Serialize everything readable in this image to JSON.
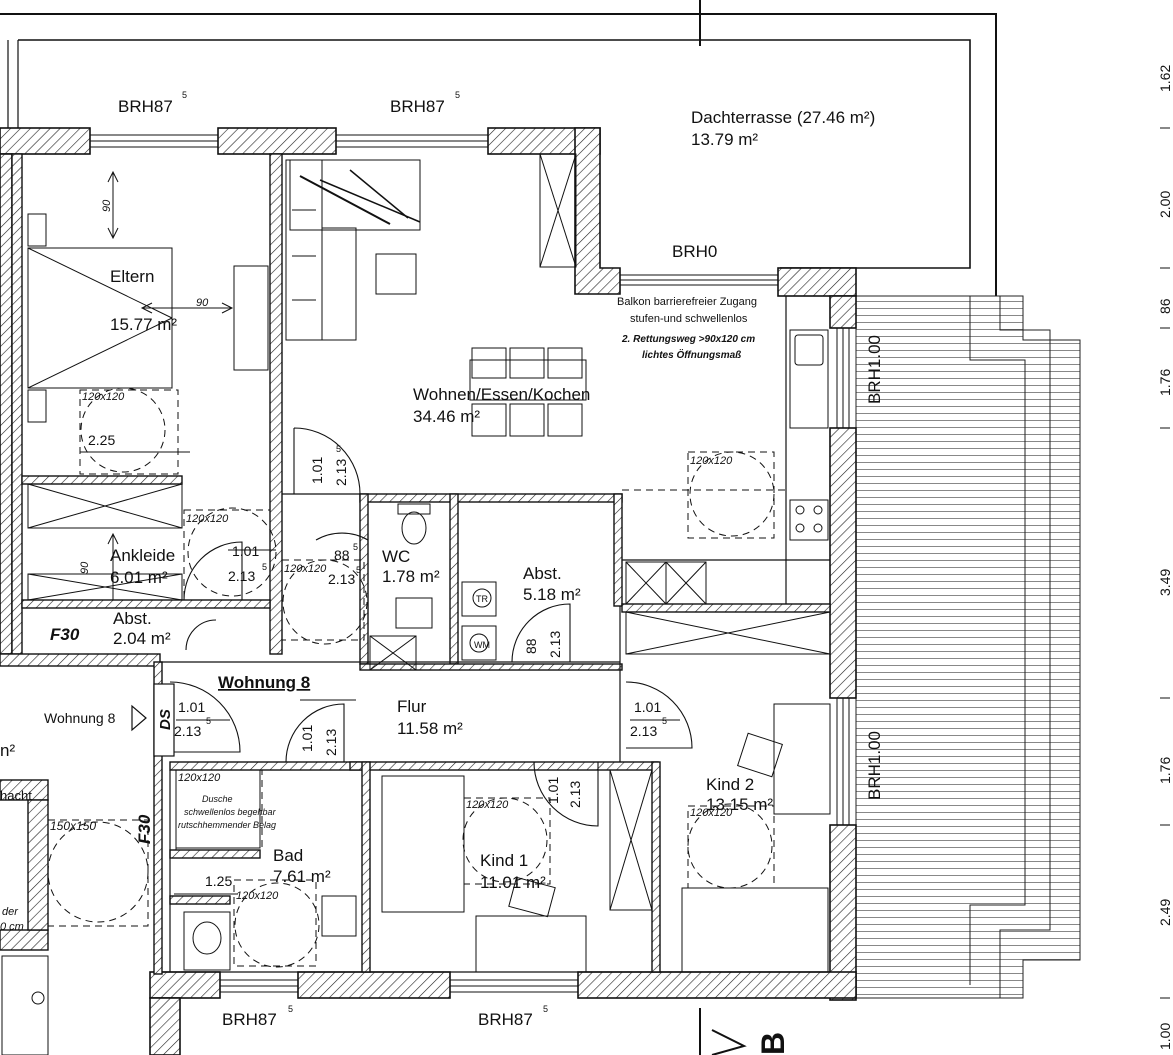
{
  "apartment": {
    "name": "Wohnung 8",
    "entrance_label": "Wohnung 8",
    "ds": "DS"
  },
  "rooms": {
    "eltern": {
      "name": "Eltern",
      "area": "15.77 m²"
    },
    "ankleide": {
      "name": "Ankleide",
      "area": "6.01 m²"
    },
    "abst1": {
      "name": "Abst.",
      "area": "2.04 m²"
    },
    "wohnen": {
      "name": "Wohnen/Essen/Kochen",
      "area": "34.46 m²"
    },
    "wc": {
      "name": "WC",
      "area": "1.78 m²"
    },
    "abst2": {
      "name": "Abst.",
      "area": "5.18 m²"
    },
    "flur": {
      "name": "Flur",
      "area": "11.58 m²"
    },
    "bad": {
      "name": "Bad",
      "area": "7.61 m²"
    },
    "kind1": {
      "name": "Kind 1",
      "area": "11.01 m²"
    },
    "kind2": {
      "name": "Kind 2",
      "area": "13.15 m²"
    },
    "terrasse": {
      "name": "Dachterrasse (27.46 m²)",
      "area": "13.79 m²"
    }
  },
  "notes": {
    "balkon1": "Balkon barrierefreier Zugang",
    "balkon2": "stufen-und schwellenlos",
    "rettung1": "2. Rettungsweg >90x120 cm",
    "rettung2": "lichtes Öffnungsmaß",
    "dusche1": "Dusche",
    "dusche2": "schwellenlos begehbar",
    "dusche3": "rutschhemmender Belag",
    "left1": "hacht",
    "left2": "der",
    "left3": "0 cm",
    "left4": "n²"
  },
  "sills": {
    "brh87": "BRH87",
    "sup5": "5",
    "brh0": "BRH0",
    "brh100": "BRH1.00"
  },
  "fire": {
    "f30": "F30"
  },
  "doors": {
    "w101": "1.01",
    "h213": "2.13",
    "w885": "88",
    "h5": "5",
    "w88": "88"
  },
  "clearances": {
    "c120": "120x120",
    "c150": "150x150",
    "d90": "90",
    "d225": "2.25",
    "d125": "1.25"
  },
  "appliances": {
    "wm": "WM",
    "tr": "TR"
  },
  "side_dims": {
    "d1625": "1.62",
    "d200": "2.00",
    "d865": "86",
    "d176a": "1.76",
    "d349": "3.49",
    "d176b": "1.76",
    "d249": "2.49",
    "d100": "1.00"
  },
  "section": {
    "label": "B"
  }
}
